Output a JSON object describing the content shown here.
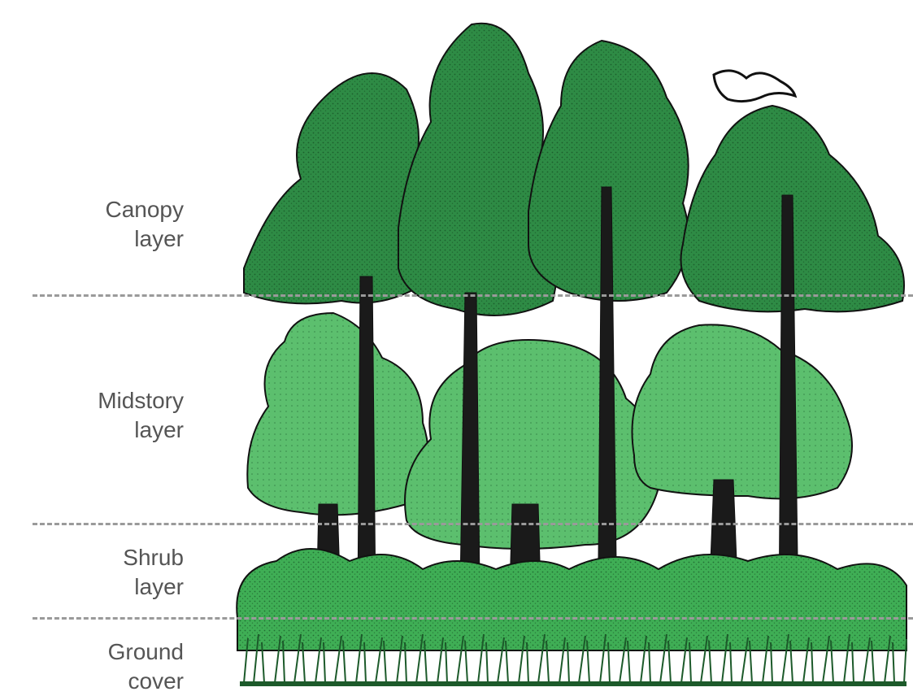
{
  "layers": [
    {
      "id": "canopy",
      "line1": "Canopy",
      "line2": "layer"
    },
    {
      "id": "midstory",
      "line1": "Midstory",
      "line2": "layer"
    },
    {
      "id": "shrub",
      "line1": "Shrub",
      "line2": "layer"
    },
    {
      "id": "ground",
      "line1": "Ground",
      "line2": "cover"
    }
  ],
  "colors": {
    "canopy_green": "#2e8b45",
    "mid_green": "#5cbf6e",
    "shrub_green": "#3fae55",
    "outline": "#111111",
    "label": "#555555",
    "divider": "#9a9a9a"
  }
}
